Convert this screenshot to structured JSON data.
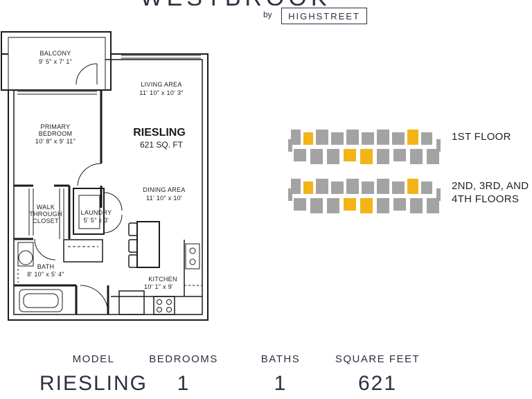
{
  "header": {
    "brand_top": "WESTBROOK",
    "by": "by",
    "highstreet": "HIGHSTREET"
  },
  "plan": {
    "unit_name": "RIESLING",
    "unit_sqft": "621 SQ. FT",
    "rooms": {
      "balcony": {
        "name": "BALCONY",
        "dims": "9' 5\" x 7' 1\""
      },
      "living": {
        "name": "LIVING AREA",
        "dims": "11' 10\" x 10' 3\""
      },
      "primary": {
        "name1": "PRIMARY",
        "name2": "BEDROOM",
        "dims": "10' 8\" x 9' 11\""
      },
      "dining": {
        "name": "DINING AREA",
        "dims": "11' 10\" x 10'"
      },
      "closet": {
        "name1": "WALK",
        "name2": "THROUGH",
        "name3": "CLOSET"
      },
      "laundry": {
        "name": "LAUNDRY",
        "dims": "5' 5\" x 3'"
      },
      "bath": {
        "name": "BATH",
        "dims": "8' 10\" x 5' 4\""
      },
      "kitchen": {
        "name": "KITCHEN",
        "dims": "10' 1\" x 9'"
      }
    }
  },
  "floors": {
    "first": "1ST FLOOR",
    "upper_line1": "2ND, 3RD, AND",
    "upper_line2": "4TH FLOORS"
  },
  "colors": {
    "wall": "#1a1a1a",
    "unit_gray": "#a3a3a3",
    "highlight": "#f2b417",
    "text_dark": "#2b3040"
  },
  "summary": {
    "model_label": "MODEL",
    "model_value": "RIESLING",
    "bedrooms_label": "BEDROOMS",
    "bedrooms_value": "1",
    "baths_label": "BATHS",
    "baths_value": "1",
    "sqft_label": "SQUARE FEET",
    "sqft_value": "621"
  }
}
